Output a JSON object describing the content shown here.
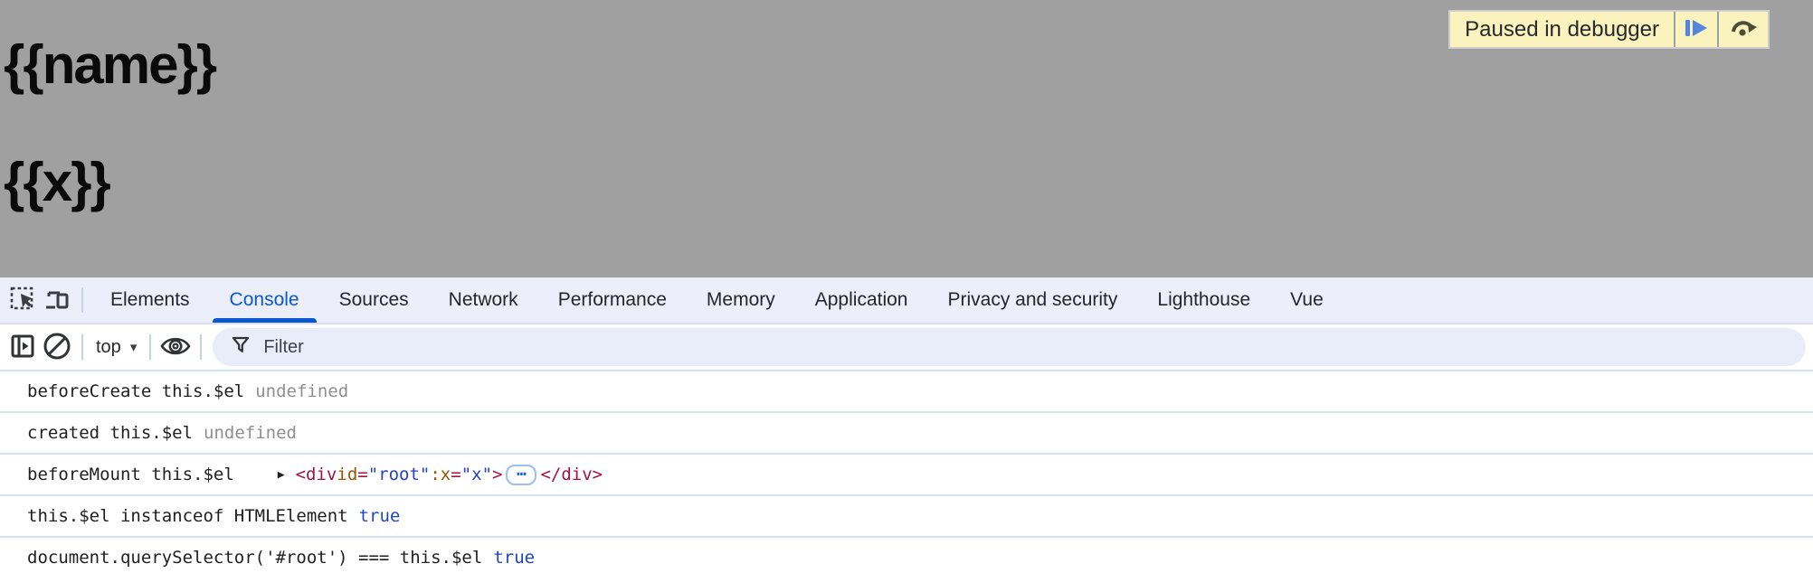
{
  "page": {
    "heading_name": "{{name}}",
    "heading_x": "{{x}}",
    "paused_banner": {
      "label": "Paused in debugger"
    }
  },
  "devtools": {
    "tabs": [
      {
        "label": "Elements",
        "active": false
      },
      {
        "label": "Console",
        "active": true
      },
      {
        "label": "Sources",
        "active": false
      },
      {
        "label": "Network",
        "active": false
      },
      {
        "label": "Performance",
        "active": false
      },
      {
        "label": "Memory",
        "active": false
      },
      {
        "label": "Application",
        "active": false
      },
      {
        "label": "Privacy and security",
        "active": false
      },
      {
        "label": "Lighthouse",
        "active": false
      },
      {
        "label": "Vue",
        "active": false
      }
    ],
    "toolbar": {
      "context_selector_value": "top",
      "filter_placeholder": "Filter"
    },
    "icons": {
      "expand": "▶",
      "ellipsis": "⋯",
      "caret_down": "▾"
    },
    "console_messages": [
      {
        "text": "beforeCreate this.$el",
        "value": "undefined",
        "value_type": "undefined"
      },
      {
        "text": "created this.$el",
        "value": "undefined",
        "value_type": "undefined"
      },
      {
        "text": "beforeMount this.$el",
        "element_preview": {
          "tokens": [
            {
              "t": "<div",
              "c": "tag"
            },
            {
              "t": " id",
              "c": "attr"
            },
            {
              "t": "=",
              "c": "tag"
            },
            {
              "t": "\"root\"",
              "c": "str"
            },
            {
              "t": " :x",
              "c": "attr"
            },
            {
              "t": "=",
              "c": "tag"
            },
            {
              "t": "\"x\"",
              "c": "str"
            },
            {
              "t": ">",
              "c": "tag"
            },
            {
              "c": "ellipsis"
            },
            {
              "t": "</div>",
              "c": "tag"
            }
          ]
        }
      },
      {
        "text": "this.$el instanceof HTMLElement",
        "value": "true",
        "value_type": "boolean"
      },
      {
        "text": "document.querySelector('#root') === this.$el",
        "value": "true",
        "value_type": "boolean"
      }
    ],
    "colors": {
      "accent": "#0b57d0",
      "banner_bg": "#fbf3bd",
      "overlay_gray": "#a0a0a0",
      "boolean_value": "#1c47cb",
      "undefined_value": "#8f8f8f",
      "token_tag": "#a11245",
      "token_attr": "#9a5200",
      "token_string": "#2442c0",
      "row_separator": "#d4e1fb"
    }
  }
}
